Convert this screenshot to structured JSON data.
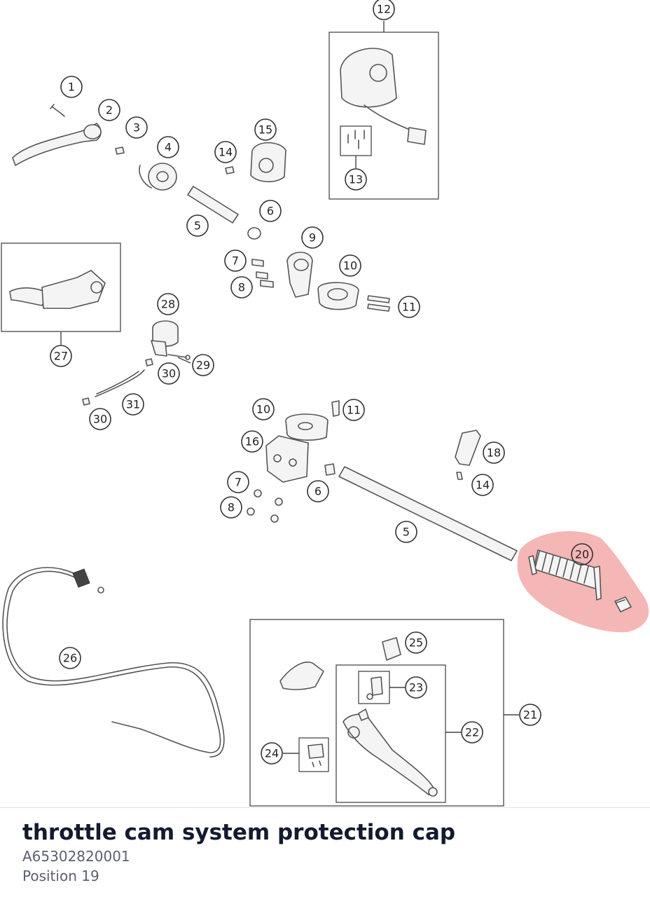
{
  "diagram": {
    "callouts": [
      "1",
      "2",
      "3",
      "4",
      "5",
      "6",
      "7",
      "8",
      "9",
      "10",
      "11",
      "12",
      "13",
      "14",
      "15",
      "16",
      "18",
      "20",
      "21",
      "22",
      "23",
      "24",
      "25",
      "26",
      "27",
      "28",
      "29",
      "30",
      "31"
    ],
    "highlight_color": "#f19a9a"
  },
  "part": {
    "title": "throttle cam system protection cap",
    "number": "A65302820001",
    "position": "Position 19"
  }
}
